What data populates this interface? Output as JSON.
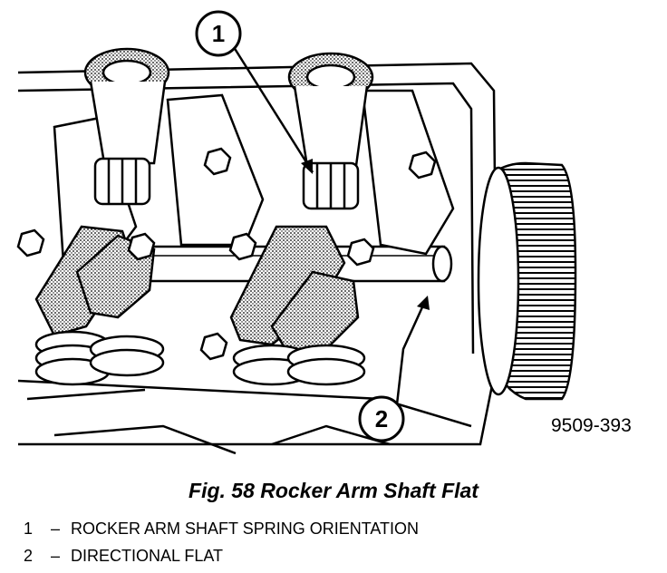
{
  "figure": {
    "id_code": "9509-393",
    "caption": "Fig. 58 Rocker Arm Shaft Flat",
    "callouts": [
      {
        "number": "1",
        "label": "ROCKER ARM SHAFT SPRING ORIENTATION"
      },
      {
        "number": "2",
        "label": "DIRECTIONAL FLAT"
      }
    ],
    "separator": "–"
  }
}
